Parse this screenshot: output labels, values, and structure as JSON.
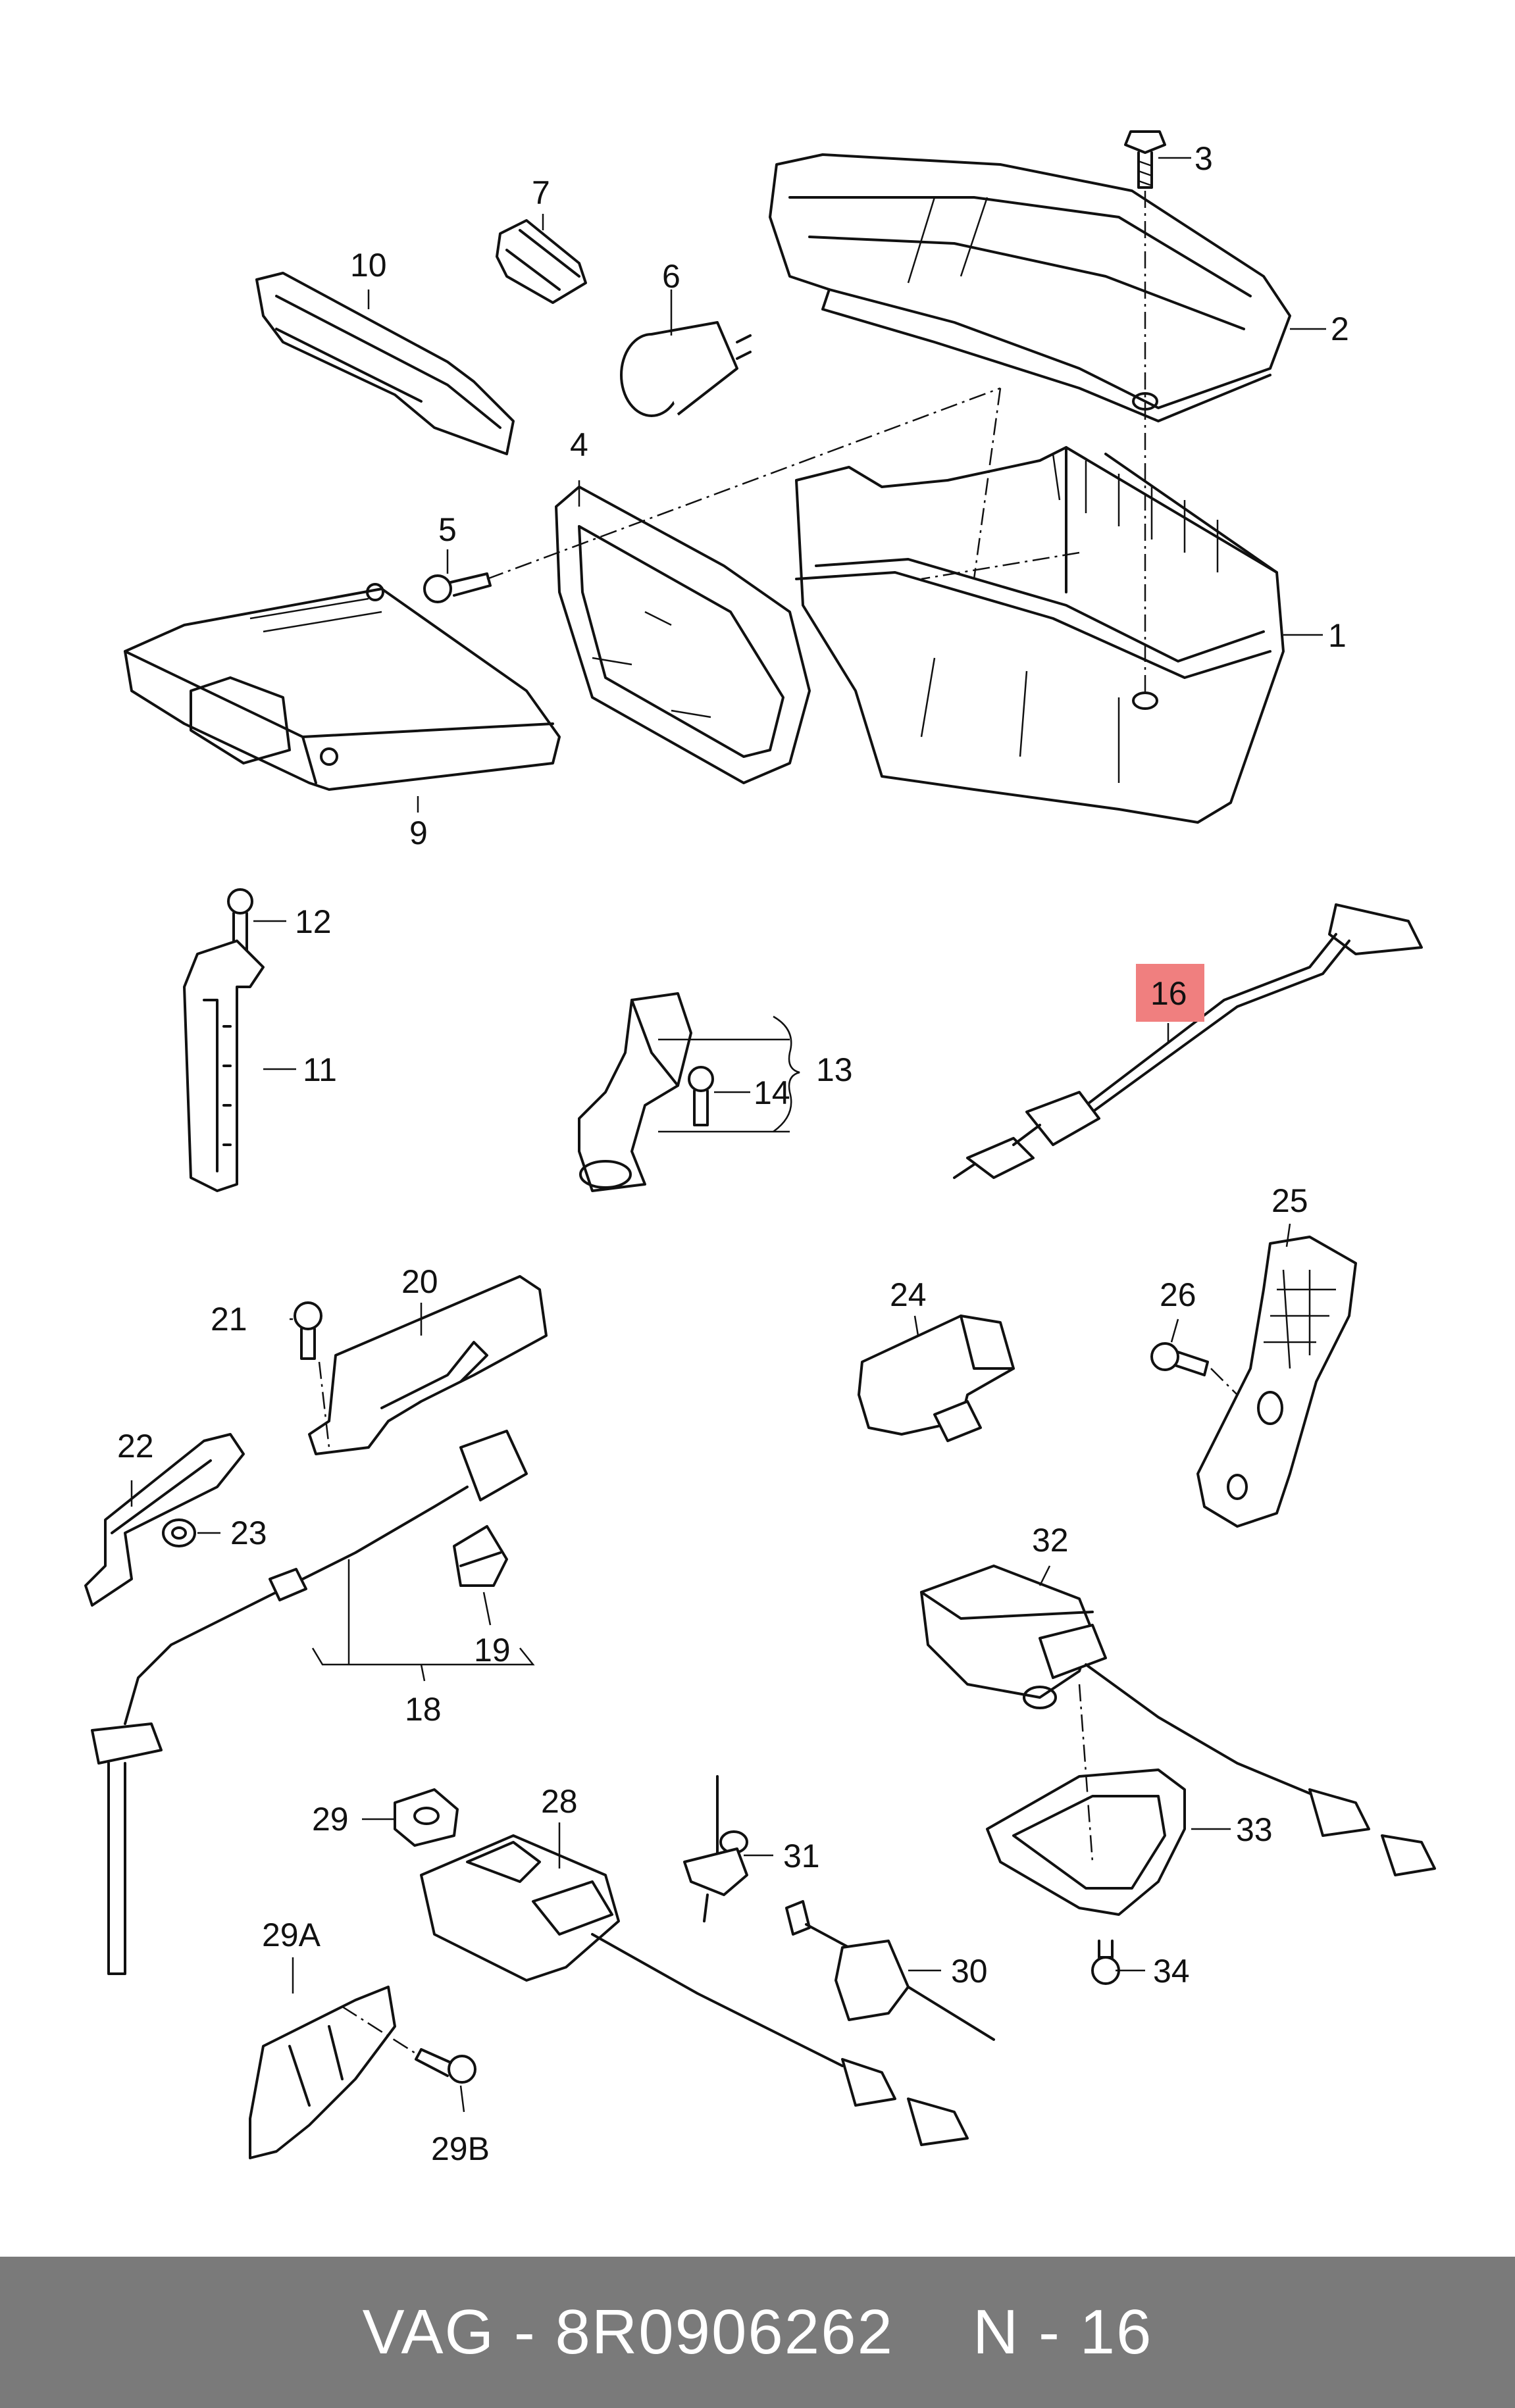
{
  "callouts": {
    "c1": "1",
    "c2": "2",
    "c3": "3",
    "c4": "4",
    "c5": "5",
    "c6": "6",
    "c7": "7",
    "c9": "9",
    "c10": "10",
    "c11": "11",
    "c12": "12",
    "c13": "13",
    "c14": "14",
    "c16": "16",
    "c18": "18",
    "c19": "19",
    "c20": "20",
    "c21": "21",
    "c22": "22",
    "c23": "23",
    "c24": "24",
    "c25": "25",
    "c26": "26",
    "c28": "28",
    "c29": "29",
    "c29a": "29A",
    "c29b": "29B",
    "c30": "30",
    "c31": "31",
    "c32": "32",
    "c33": "33",
    "c34": "34"
  },
  "highlighted_callout": "16",
  "footer": {
    "brand": "VAG",
    "part_number": "8R0906262",
    "position_label": "N - 16",
    "separator": "-"
  },
  "colors": {
    "highlight": "#f07f7f",
    "footer_bg": "#7a7a7a",
    "footer_text": "#ffffff",
    "line": "#111111"
  }
}
